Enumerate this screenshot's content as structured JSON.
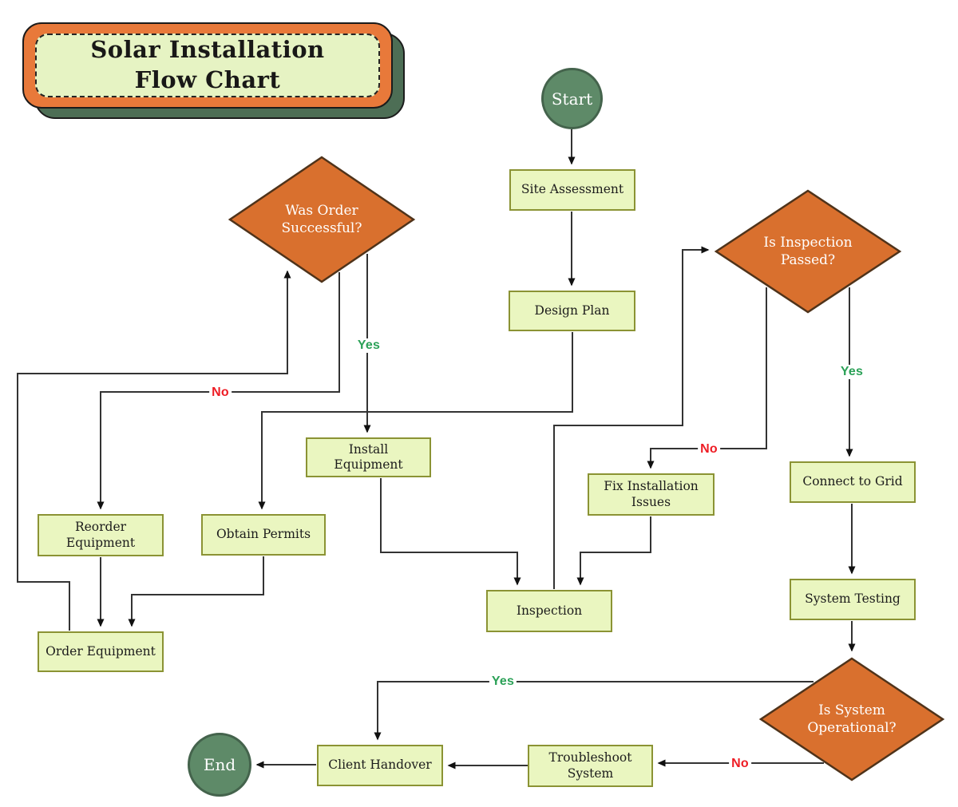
{
  "title": {
    "line1": "Solar Installation",
    "line2": "Flow Chart"
  },
  "colors": {
    "decision_fill": "#d9702e",
    "decision_border": "#4f331a",
    "process_fill": "#eaf6c0",
    "process_border": "#8b9334",
    "terminal_fill": "#5e8a68",
    "terminal_border": "#44634c",
    "yes_label": "#2ba157",
    "no_label": "#ee1c24",
    "connector": "#333333",
    "title_plate": "#e8793a",
    "title_inner": "#e6f3c3",
    "title_shadow": "#4d6e55"
  },
  "nodes": {
    "start": {
      "label": "Start",
      "type": "terminal"
    },
    "site_assessment": {
      "label": "Site Assessment",
      "type": "process"
    },
    "design_plan": {
      "label": "Design Plan",
      "type": "process"
    },
    "was_order_successful": {
      "label": "Was Order Successful?",
      "type": "decision"
    },
    "is_inspection_passed": {
      "label": "Is Inspection Passed?",
      "type": "decision"
    },
    "install_equipment": {
      "label": "Install Equipment",
      "type": "process"
    },
    "fix_installation_issues": {
      "label": "Fix Installation Issues",
      "type": "process"
    },
    "connect_to_grid": {
      "label": "Connect to Grid",
      "type": "process"
    },
    "reorder_equipment": {
      "label": "Reorder Equipment",
      "type": "process"
    },
    "obtain_permits": {
      "label": "Obtain Permits",
      "type": "process"
    },
    "inspection": {
      "label": "Inspection",
      "type": "process"
    },
    "system_testing": {
      "label": "System Testing",
      "type": "process"
    },
    "order_equipment": {
      "label": "Order Equipment",
      "type": "process"
    },
    "is_system_operational": {
      "label": "Is System Operational?",
      "type": "decision"
    },
    "client_handover": {
      "label": "Client Handover",
      "type": "process"
    },
    "troubleshoot_system": {
      "label": "Troubleshoot System",
      "type": "process"
    },
    "end": {
      "label": "End",
      "type": "terminal"
    }
  },
  "edges": [
    {
      "from": "start",
      "to": "site_assessment"
    },
    {
      "from": "site_assessment",
      "to": "design_plan"
    },
    {
      "from": "design_plan",
      "to": "obtain_permits"
    },
    {
      "from": "was_order_successful",
      "to": "install_equipment",
      "label": "Yes"
    },
    {
      "from": "was_order_successful",
      "to": "reorder_equipment",
      "label": "No"
    },
    {
      "from": "install_equipment",
      "to": "inspection"
    },
    {
      "from": "fix_installation_issues",
      "to": "inspection"
    },
    {
      "from": "inspection",
      "to": "is_inspection_passed"
    },
    {
      "from": "is_inspection_passed",
      "to": "fix_installation_issues",
      "label": "No"
    },
    {
      "from": "is_inspection_passed",
      "to": "connect_to_grid",
      "label": "Yes"
    },
    {
      "from": "connect_to_grid",
      "to": "system_testing"
    },
    {
      "from": "system_testing",
      "to": "is_system_operational"
    },
    {
      "from": "is_system_operational",
      "to": "client_handover",
      "label": "Yes"
    },
    {
      "from": "is_system_operational",
      "to": "troubleshoot_system",
      "label": "No"
    },
    {
      "from": "troubleshoot_system",
      "to": "client_handover"
    },
    {
      "from": "client_handover",
      "to": "end"
    },
    {
      "from": "reorder_equipment",
      "to": "order_equipment"
    },
    {
      "from": "obtain_permits",
      "to": "order_equipment"
    },
    {
      "from": "order_equipment",
      "to": "was_order_successful"
    }
  ]
}
